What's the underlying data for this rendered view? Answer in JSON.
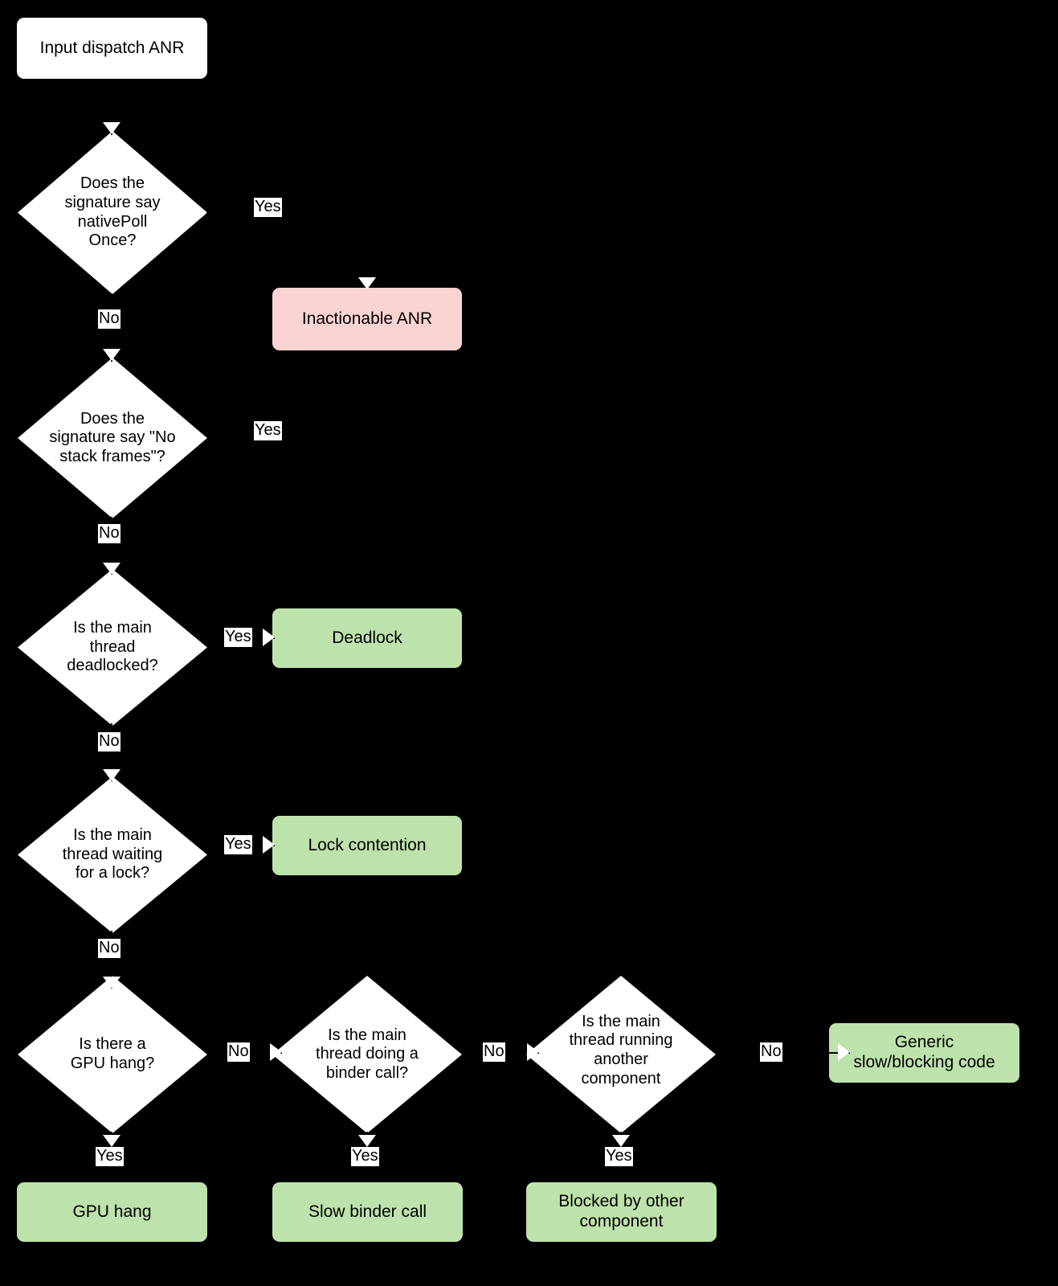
{
  "diagram": {
    "title": "Input dispatch ANR triage flowchart",
    "background_color": "#000000",
    "colors": {
      "start_fill": "#ffffff",
      "decision_fill": "#ffffff",
      "inactionable_fill": "#fad3d2",
      "outcome_fill": "#bde2ab",
      "text": "#000000",
      "arrow": "#ffffff"
    },
    "nodes": {
      "start": {
        "label": "Input dispatch ANR",
        "shape": "rounded-rect",
        "fill": "#ffffff"
      },
      "d_nativepoll": {
        "label": "Does the\nsignature say\nnativePoll\nOnce?",
        "shape": "diamond",
        "fill": "#ffffff"
      },
      "d_nostack": {
        "label": "Does the\nsignature say \"No\nstack frames\"?",
        "shape": "diamond",
        "fill": "#ffffff"
      },
      "d_deadlock": {
        "label": "Is the main\nthread\ndeadlocked?",
        "shape": "diamond",
        "fill": "#ffffff"
      },
      "d_lock": {
        "label": "Is the main\nthread waiting\nfor a lock?",
        "shape": "diamond",
        "fill": "#ffffff"
      },
      "d_gpu": {
        "label": "Is there a\nGPU hang?",
        "shape": "diamond",
        "fill": "#ffffff"
      },
      "d_binder": {
        "label": "Is the main\nthread doing a\nbinder call?",
        "shape": "diamond",
        "fill": "#ffffff"
      },
      "d_component": {
        "label": "Is the main\nthread running\nanother\ncomponent",
        "shape": "diamond",
        "fill": "#ffffff"
      },
      "o_inactionable": {
        "label": "Inactionable ANR",
        "shape": "rounded-rect",
        "fill": "#fad3d2"
      },
      "o_deadlock": {
        "label": "Deadlock",
        "shape": "rounded-rect",
        "fill": "#bde2ab"
      },
      "o_lock": {
        "label": "Lock contention",
        "shape": "rounded-rect",
        "fill": "#bde2ab"
      },
      "o_generic": {
        "label": "Generic\nslow/blocking code",
        "shape": "rounded-rect",
        "fill": "#bde2ab"
      },
      "o_gpu": {
        "label": "GPU hang",
        "shape": "rounded-rect",
        "fill": "#bde2ab"
      },
      "o_binder": {
        "label": "Slow binder call",
        "shape": "rounded-rect",
        "fill": "#bde2ab"
      },
      "o_component": {
        "label": "Blocked by other\ncomponent",
        "shape": "rounded-rect",
        "fill": "#bde2ab"
      }
    },
    "edge_labels": {
      "nativepoll_yes": "Yes",
      "nativepoll_no": "No",
      "nostack_yes": "Yes",
      "nostack_no": "No",
      "deadlock_yes": "Yes",
      "deadlock_no": "No",
      "lock_yes": "Yes",
      "lock_no": "No",
      "gpu_no": "No",
      "gpu_yes": "Yes",
      "binder_no": "No",
      "binder_yes": "Yes",
      "component_no": "No",
      "component_yes": "Yes"
    },
    "edges": [
      {
        "from": "start",
        "to": "d_nativepoll",
        "label": ""
      },
      {
        "from": "d_nativepoll",
        "to": "o_inactionable",
        "label": "Yes"
      },
      {
        "from": "d_nativepoll",
        "to": "d_nostack",
        "label": "No"
      },
      {
        "from": "d_nostack",
        "to": "o_inactionable",
        "label": "Yes"
      },
      {
        "from": "d_nostack",
        "to": "d_deadlock",
        "label": "No"
      },
      {
        "from": "d_deadlock",
        "to": "o_deadlock",
        "label": "Yes"
      },
      {
        "from": "d_deadlock",
        "to": "d_lock",
        "label": "No"
      },
      {
        "from": "d_lock",
        "to": "o_lock",
        "label": "Yes"
      },
      {
        "from": "d_lock",
        "to": "d_gpu",
        "label": "No"
      },
      {
        "from": "d_gpu",
        "to": "o_gpu",
        "label": "Yes"
      },
      {
        "from": "d_gpu",
        "to": "d_binder",
        "label": "No"
      },
      {
        "from": "d_binder",
        "to": "o_binder",
        "label": "Yes"
      },
      {
        "from": "d_binder",
        "to": "d_component",
        "label": "No"
      },
      {
        "from": "d_component",
        "to": "o_component",
        "label": "Yes"
      },
      {
        "from": "d_component",
        "to": "o_generic",
        "label": "No"
      }
    ]
  }
}
